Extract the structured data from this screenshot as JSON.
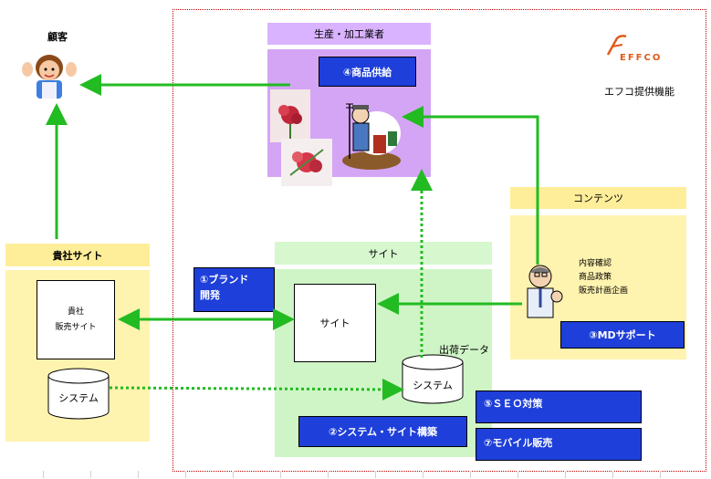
{
  "customer": {
    "label": "顧客"
  },
  "company": {
    "name": "EFFCO",
    "provided_functions": "エフコ提供機能"
  },
  "producer": {
    "header": "生産・加工業者",
    "supply_button": "④商品供給"
  },
  "contents": {
    "header": "コンテンツ",
    "items": [
      "内容確認",
      "商品政策",
      "販売計画企画"
    ],
    "md_button": "③MDサポート"
  },
  "client_site": {
    "header": "貴社サイト",
    "box_lines": [
      "貴社",
      "販売サイト"
    ],
    "system": "システム"
  },
  "site": {
    "header": "サイト",
    "box_label": "サイト",
    "shipping_data": "出荷データ",
    "system": "システム"
  },
  "buttons": {
    "brand": [
      "①ブランド",
      "開発"
    ],
    "system_build": "②システム・サイト構築",
    "seo": "⑤ＳＥＯ対策",
    "mobile": "⑦モバイル販売"
  },
  "colors": {
    "arrow_green": "#22bb22",
    "frame_red": "#c00000",
    "button_blue": "#1e3fd9"
  }
}
